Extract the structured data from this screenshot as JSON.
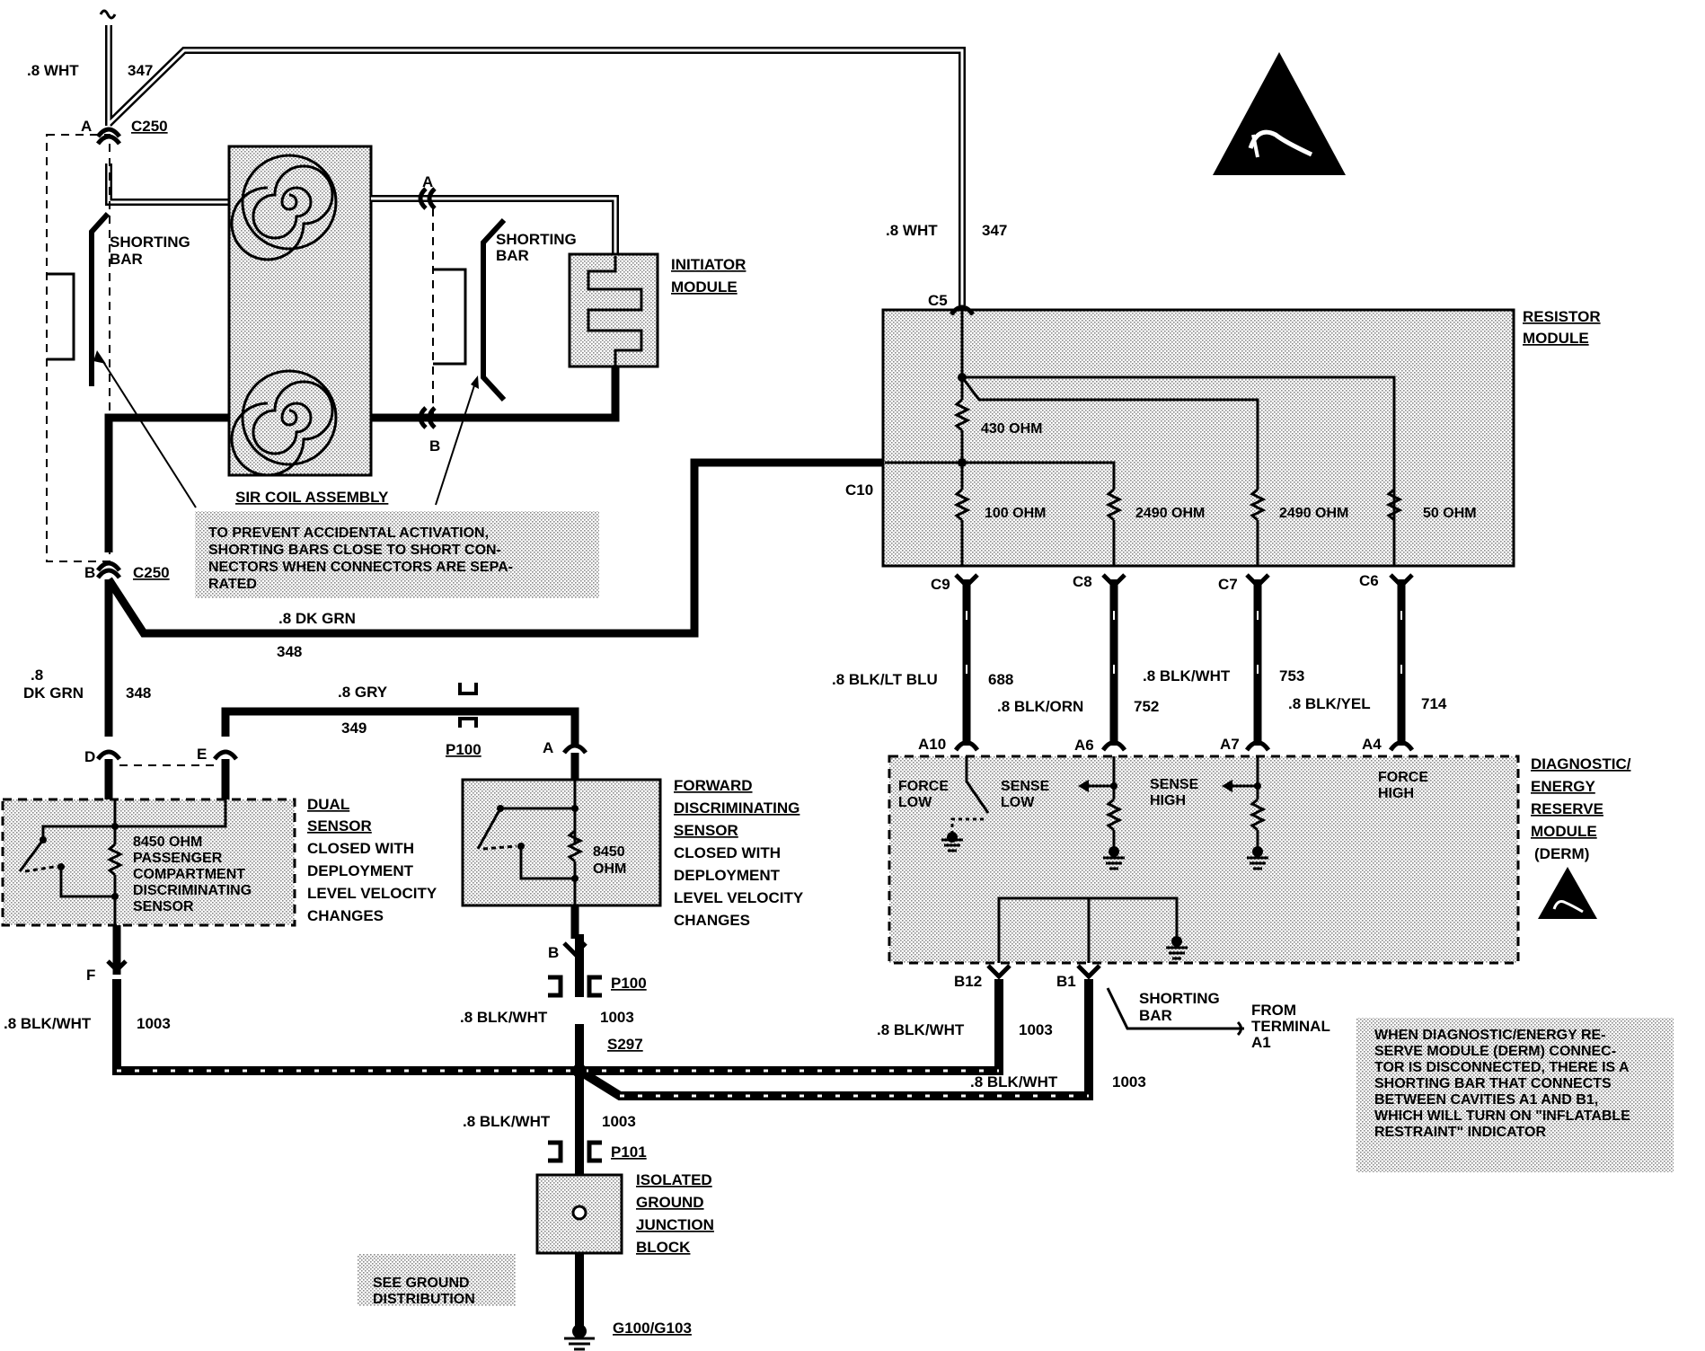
{
  "wires": {
    "wht_top_size": ".8 WHT",
    "wht_top_num": "347",
    "wht_right_size": ".8 WHT",
    "wht_right_num": "347",
    "dkgrn_mid_size": ".8 DK GRN",
    "dkgrn_mid_num": "348",
    "dkgrn_left_size_1": ".8",
    "dkgrn_left_size_2": "DK GRN",
    "dkgrn_left_num": "348",
    "gry_size": ".8 GRY",
    "gry_num": "349",
    "bluw_c9_size": ".8 BLK/LT BLU",
    "bluw_c9_num": "688",
    "orn_c8_size": ".8 BLK/ORN",
    "orn_c8_num": "752",
    "wht_c7_size": ".8 BLK/WHT",
    "wht_c7_num": "753",
    "yel_c6_size": ".8 BLK/YEL",
    "yel_c6_num": "714",
    "gnd_left_size": ".8 BLK/WHT",
    "gnd_left_num": "1003",
    "gnd_mid_size": ".8 BLK/WHT",
    "gnd_mid_num": "1003",
    "gnd_b12_size": ".8 BLK/WHT",
    "gnd_b12_num": "1003",
    "gnd_b1_size": ".8 BLK/WHT",
    "gnd_b1_num": "1003",
    "gnd_low_size": ".8 BLK/WHT",
    "gnd_low_num": "1003"
  },
  "connectors": {
    "c250_top": "C250",
    "c250_bot": "C250",
    "pin_a_top": "A",
    "pin_b_top": "B",
    "pin_a_coil": "A",
    "pin_b_coil": "B",
    "c5": "C5",
    "c10": "C10",
    "c9": "C9",
    "c8": "C8",
    "c7": "C7",
    "c6": "C6",
    "a10": "A10",
    "a6": "A6",
    "a7": "A7",
    "a4": "A4",
    "b12": "B12",
    "b1": "B1",
    "pin_d": "D",
    "pin_e": "E",
    "pin_f": "F",
    "pin_a_fwd": "A",
    "pin_b_fwd": "B",
    "p100_top": "P100",
    "p100_bot": "P100",
    "p101": "P101",
    "s297": "S297",
    "g100": "G100/G103"
  },
  "components": {
    "shorting_bar_left_1": "SHORTING",
    "shorting_bar_left_2": "BAR",
    "shorting_bar_right_1": "SHORTING",
    "shorting_bar_right_2": "BAR",
    "initiator_1": "INITIATOR",
    "initiator_2": "MODULE",
    "sir_coil": "SIR COIL ASSEMBLY",
    "resistor_module_1": "RESISTOR",
    "resistor_module_2": "MODULE",
    "r430": "430 OHM",
    "r100": "100 OHM",
    "r2490a": "2490 OHM",
    "r2490b": "2490 OHM",
    "r50": "50 OHM",
    "derm_1": "DIAGNOSTIC/",
    "derm_2": "ENERGY",
    "derm_3": "RESERVE",
    "derm_4": "MODULE",
    "derm_5": "(DERM)",
    "force_low_1": "FORCE",
    "force_low_2": "LOW",
    "sense_low_1": "SENSE",
    "sense_low_2": "LOW",
    "sense_high_1": "SENSE",
    "sense_high_2": "HIGH",
    "force_high_1": "FORCE",
    "force_high_2": "HIGH",
    "dual_1": "DUAL",
    "dual_2": "SENSOR",
    "dual_3": "CLOSED WITH",
    "dual_4": "DEPLOYMENT",
    "dual_5": "LEVEL VELOCITY",
    "dual_6": "CHANGES",
    "dual_r1": "8450 OHM",
    "dual_r2": "PASSENGER",
    "dual_r3": "COMPARTMENT",
    "dual_r4": "DISCRIMINATING",
    "dual_r5": "SENSOR",
    "fwd_1": "FORWARD",
    "fwd_2": "DISCRIMINATING",
    "fwd_3": "SENSOR",
    "fwd_4": "CLOSED WITH",
    "fwd_5": "DEPLOYMENT",
    "fwd_6": "LEVEL VELOCITY",
    "fwd_7": "CHANGES",
    "fwd_r1": "8450",
    "fwd_r2": "OHM",
    "igjb_1": "ISOLATED",
    "igjb_2": "GROUND",
    "igjb_3": "JUNCTION",
    "igjb_4": "BLOCK",
    "sbar_derm_1": "SHORTING",
    "sbar_derm_2": "BAR",
    "from_1": "FROM",
    "from_2": "TERMINAL",
    "from_3": "A1"
  },
  "notes": {
    "prevent_1": "TO PREVENT ACCIDENTAL ACTIVATION,",
    "prevent_2": "SHORTING BARS CLOSE TO SHORT CON-",
    "prevent_3": "NECTORS WHEN CONNECTORS ARE SEPA-",
    "prevent_4": "RATED",
    "derm_note_1": "WHEN DIAGNOSTIC/ENERGY RE-",
    "derm_note_2": "SERVE MODULE (DERM) CONNEC-",
    "derm_note_3": "TOR IS DISCONNECTED, THERE IS A",
    "derm_note_4": "SHORTING BAR THAT CONNECTS",
    "derm_note_5": "BETWEEN CAVITIES A1 AND B1,",
    "derm_note_6": "WHICH WILL TURN ON \"INFLATABLE",
    "derm_note_7": "RESTRAINT\" INDICATOR",
    "ground_1": "SEE GROUND",
    "ground_2": "DISTRIBUTION"
  },
  "icons": {
    "esd_top": "esd-warning-icon",
    "esd_derm": "esd-warning-icon"
  }
}
